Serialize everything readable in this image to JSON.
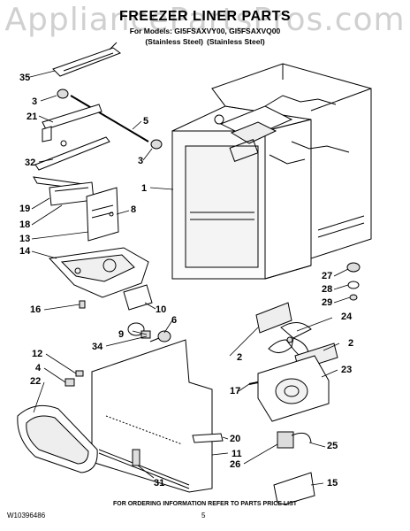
{
  "watermark": "AppliancePartsPros.com",
  "title": "FREEZER LINER PARTS",
  "models_line": "For Models: GI5FSAXVY00, GI5FSAXVQ00",
  "materials": [
    "(Stainless Steel)",
    "(Stainless Steel)"
  ],
  "callouts": {
    "c35": "35",
    "c3a": "3",
    "c21": "21",
    "c5": "5",
    "c3b": "3",
    "c32": "32",
    "c1": "1",
    "c19": "19",
    "c18": "18",
    "c8": "8",
    "c13": "13",
    "c14": "14",
    "c16": "16",
    "c10": "10",
    "c9": "9",
    "c6": "6",
    "c34": "34",
    "c27": "27",
    "c28": "28",
    "c29": "29",
    "c24": "24",
    "c2a": "2",
    "c2b": "2",
    "c23": "23",
    "c12": "12",
    "c4": "4",
    "c22": "22",
    "c17": "17",
    "c20": "20",
    "c11": "11",
    "c25": "25",
    "c26": "26",
    "c15": "15",
    "c31": "31"
  },
  "footer_note": "FOR ORDERING INFORMATION REFER TO PARTS PRICE LIST",
  "doc_number": "W10396486",
  "page_number": "5"
}
